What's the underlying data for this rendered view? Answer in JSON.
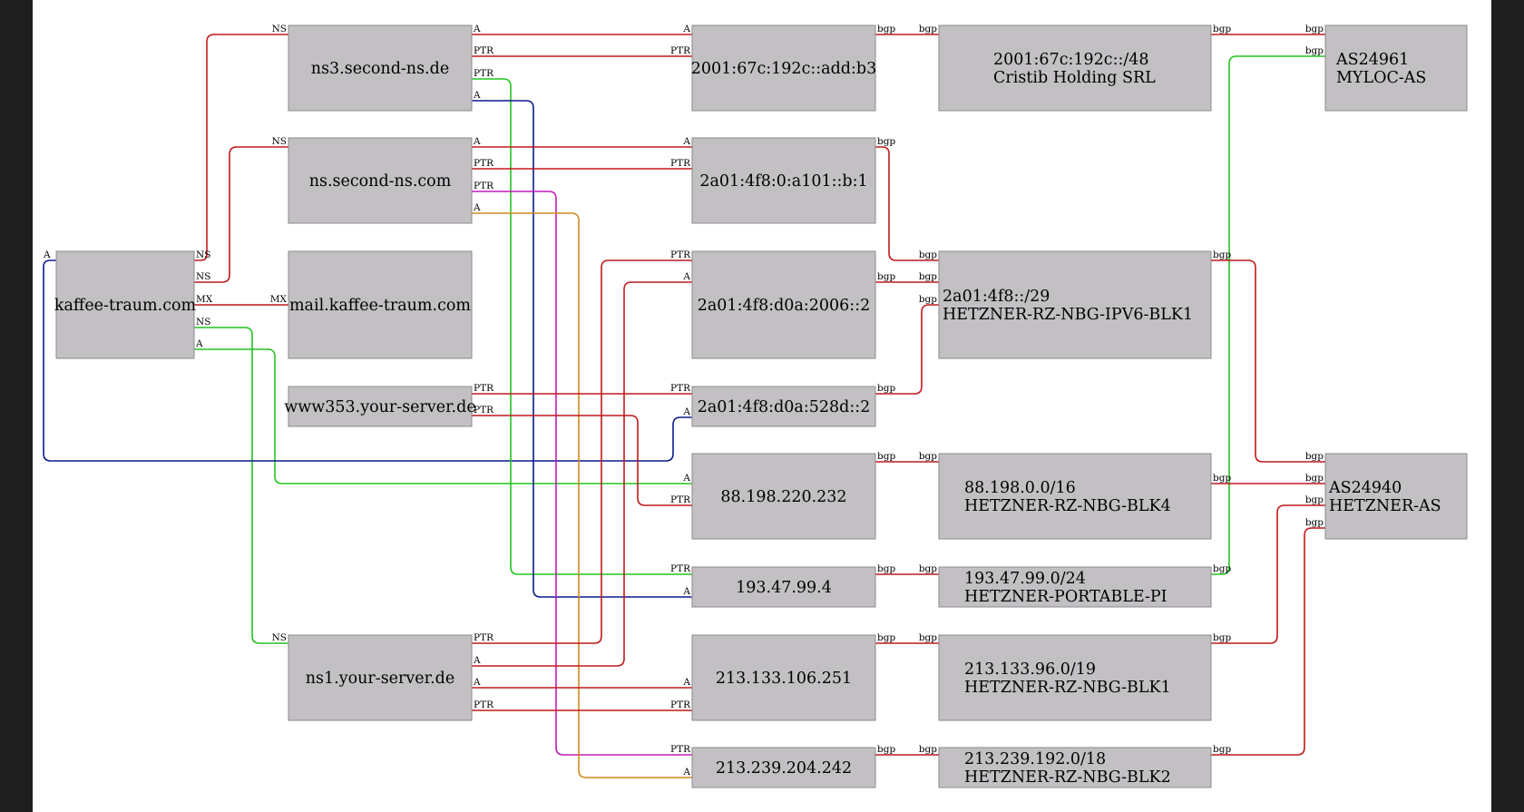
{
  "colors": {
    "red": "#c0191c",
    "green": "#22c422",
    "blue": "#0c1a8c",
    "magenta": "#c41ab8",
    "orange": "#d08a1c",
    "node_fill": "#c3c0c4"
  },
  "nodes": {
    "kaffee": {
      "lines": [
        "kaffee-traum.com"
      ]
    },
    "ns3": {
      "lines": [
        "ns3.second-ns.de"
      ]
    },
    "ns": {
      "lines": [
        "ns.second-ns.com"
      ]
    },
    "mail": {
      "lines": [
        "mail.kaffee-traum.com"
      ]
    },
    "www353": {
      "lines": [
        "www353.your-server.de"
      ]
    },
    "ns1": {
      "lines": [
        "ns1.your-server.de"
      ]
    },
    "ip_add_b3": {
      "lines": [
        "2001:67c:192c::add:b3"
      ]
    },
    "ip_a101": {
      "lines": [
        "2a01:4f8:0:a101::b:1"
      ]
    },
    "ip_2006": {
      "lines": [
        "2a01:4f8:d0a:2006::2"
      ]
    },
    "ip_528d": {
      "lines": [
        "2a01:4f8:d0a:528d::2"
      ]
    },
    "ip_88": {
      "lines": [
        "88.198.220.232"
      ]
    },
    "ip_193": {
      "lines": [
        "193.47.99.4"
      ]
    },
    "ip_213_133": {
      "lines": [
        "213.133.106.251"
      ]
    },
    "ip_213_239": {
      "lines": [
        "213.239.204.242"
      ]
    },
    "net_cristib": {
      "lines": [
        "2001:67c:192c::/48",
        "Cristib Holding SRL"
      ]
    },
    "net_hetzner_v6": {
      "lines": [
        "2a01:4f8::/29",
        "HETZNER-RZ-NBG-IPV6-BLK1"
      ]
    },
    "net_blk4": {
      "lines": [
        "88.198.0.0/16",
        "HETZNER-RZ-NBG-BLK4"
      ]
    },
    "net_portable": {
      "lines": [
        "193.47.99.0/24",
        "HETZNER-PORTABLE-PI"
      ]
    },
    "net_blk1": {
      "lines": [
        "213.133.96.0/19",
        "HETZNER-RZ-NBG-BLK1"
      ]
    },
    "net_blk2": {
      "lines": [
        "213.239.192.0/18",
        "HETZNER-RZ-NBG-BLK2"
      ]
    },
    "as_myloc": {
      "lines": [
        "AS24961",
        "MYLOC-AS"
      ]
    },
    "as_hetzner": {
      "lines": [
        "AS24940",
        "HETZNER-AS"
      ]
    }
  },
  "edge_labels": {
    "ns": "NS",
    "a": "A",
    "ptr": "PTR",
    "mx": "MX",
    "bgp": "bgp"
  }
}
